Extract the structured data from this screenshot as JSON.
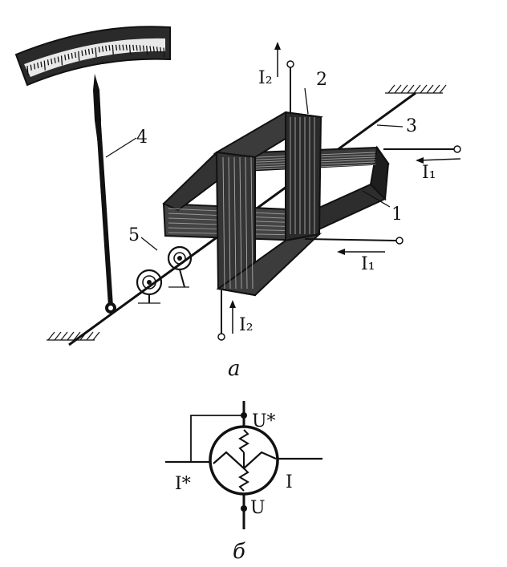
{
  "diagram": {
    "labels": {
      "scale": "",
      "part_1": "1",
      "part_2": "2",
      "part_3": "3",
      "part_4": "4",
      "part_5": "5",
      "current_I2_top": "I₂",
      "current_I2_bottom": "I₂",
      "current_I1_right": "I₁",
      "current_I1_lower": "I₁"
    },
    "caption_a": "а",
    "schematic": {
      "terminal_top": "U*",
      "terminal_bottom": "U",
      "terminal_left": "I*",
      "terminal_right": "I"
    },
    "caption_b": "б"
  }
}
